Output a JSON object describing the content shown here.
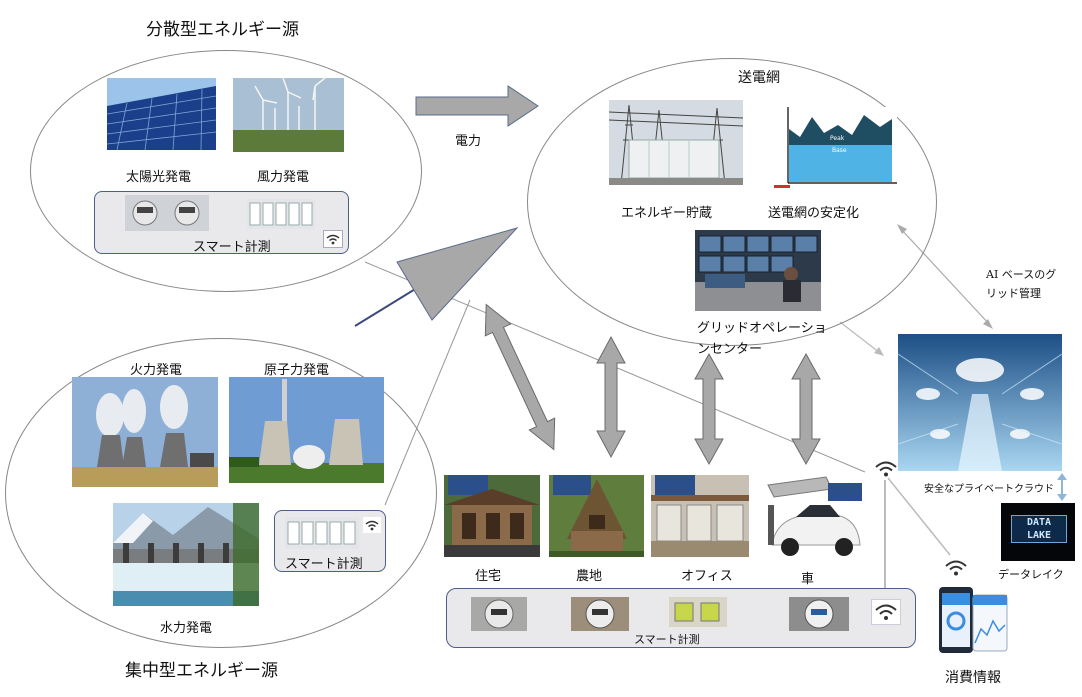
{
  "groups": {
    "distributed_title": "分散型エネルギー源",
    "centralized_title": "集中型エネルギー源",
    "grid_title": "送電網"
  },
  "labels": {
    "solar": "太陽光発電",
    "wind": "風力発電",
    "smart_meter": "スマート計測",
    "power": "電力",
    "storage": "エネルギー貯蔵",
    "stabilization": "送電網の安定化",
    "operations_center": "グリッドオペレーショ\nンセンター",
    "thermal": "火力発電",
    "nuclear": "原子力発電",
    "hydro": "水力発電",
    "house": "住宅",
    "farm": "農地",
    "office": "オフィス",
    "car": "車",
    "ai_management": "AI ベースのグ\nリッド管理",
    "private_cloud": "安全なプライベートクラウド",
    "data_lake": "データレイク",
    "data_lake_logo": "DATA\nLAKE",
    "consumption_info": "消費情報",
    "chart_peak": "Peak",
    "chart_base": "Base"
  },
  "colors": {
    "arrow_fill": "#a8a8a8",
    "arrow_stroke": "#5b6b8c",
    "ellipse_stroke": "#888888",
    "meter_box_border": "#4a5f8a",
    "chart_peak": "#1f4e63",
    "chart_base": "#4fb3e6"
  }
}
